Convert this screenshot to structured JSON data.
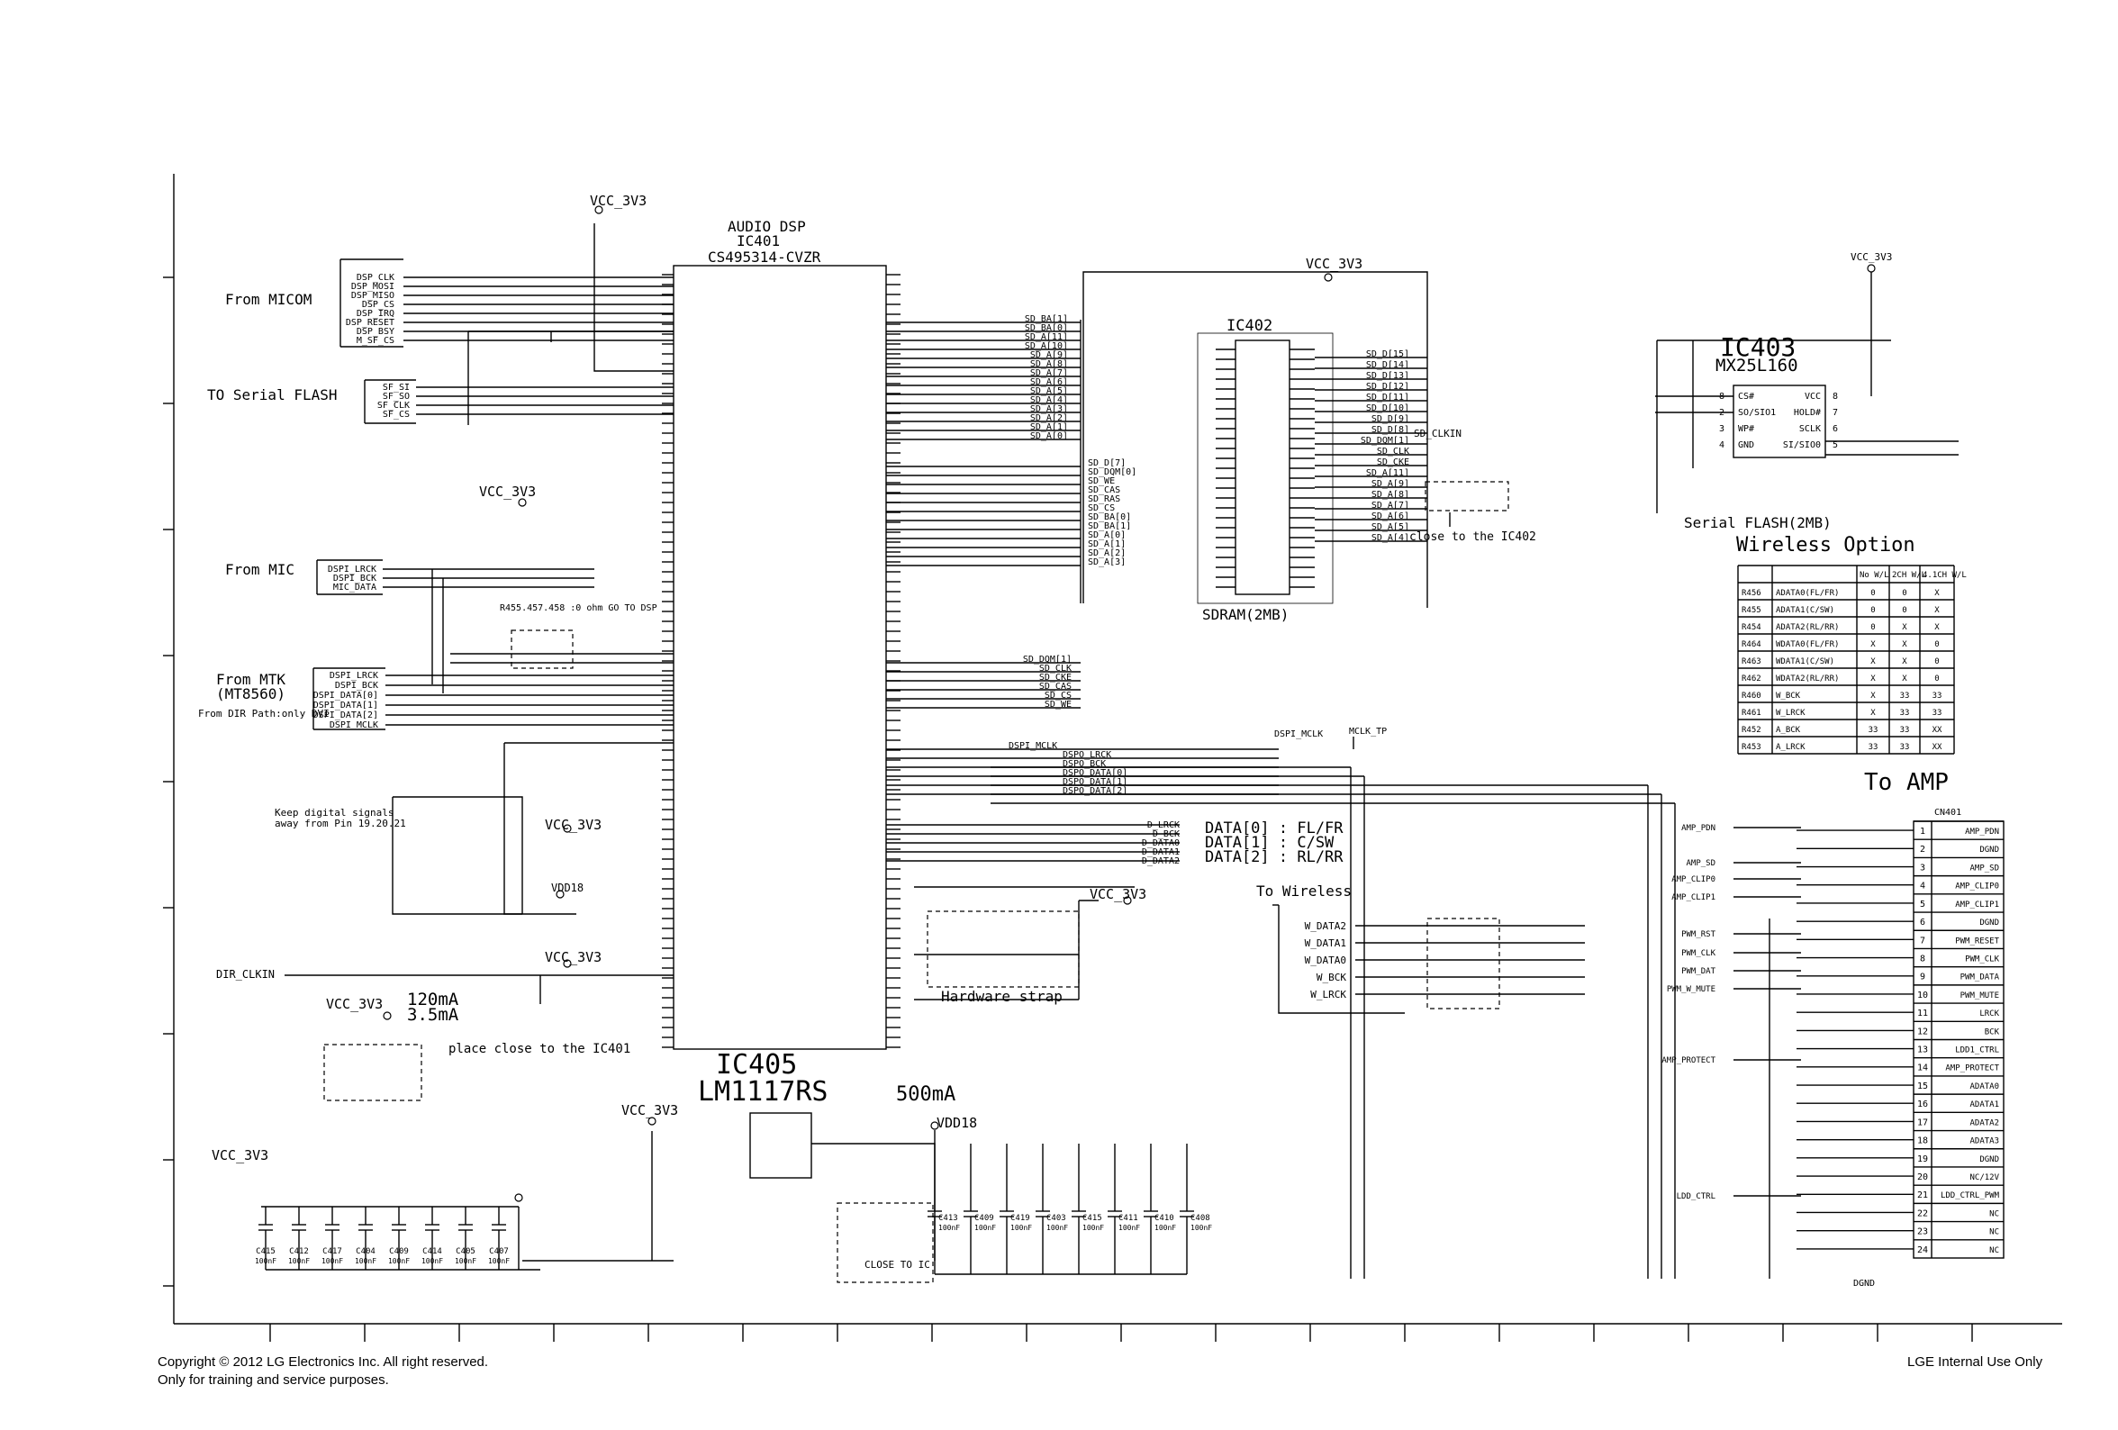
{
  "header": {
    "dsp_title": [
      "AUDIO DSP",
      "IC401",
      "CS495314-CVZR"
    ],
    "vcc_top": "VCC_3V3"
  },
  "labels": {
    "from_micom": "From MICOM",
    "to_serial_flash": "TO Serial FLASH",
    "from_mic": "From MIC",
    "from_mtk": "From MTK",
    "mt8560": "(MT8560)",
    "dir_note": "From DIR Path:only DVI",
    "keep_digital": "Keep digital signals",
    "away_from": "away from Pin 19.20.21",
    "r_note": "R455.457.458 :0 ohm GO TO DSP",
    "dir_clkin": "DIR_CLKIN",
    "vcc_3v3": "VCC_3V3",
    "vdd18": "VDD18",
    "ma120": "120mA",
    "ma35": "3.5mA",
    "place_close": "place close to the IC401",
    "ic405": "IC405",
    "lm1117": "LM1117RS",
    "ma500": "500mA",
    "close_to_ic": "CLOSE TO IC",
    "hardware_strap": "Hardware strap",
    "data_legend": [
      "DATA[0] : FL/FR",
      "DATA[1] : C/SW",
      "DATA[2] : RL/RR"
    ],
    "to_wireless": "To Wireless",
    "ic402": "IC402",
    "sdram": "SDRAM(2MB)",
    "close_to_ic402": "close to the IC402",
    "sd_clkin": "SD_CLKIN",
    "ic403": "IC403",
    "mx25": "MX25L160",
    "serial_flash_2mb": "Serial FLASH(2MB)",
    "wireless_option": "Wireless Option",
    "to_amp": "To AMP",
    "cn401": "CN401",
    "dgnd": "DGND",
    "mclk_tp": "MCLK_TP",
    "dspi_mclk": "DSPI_MCLK",
    "vcc_3v3_right": "VCC_3V3"
  },
  "micom_signals": [
    "DSP_CLK",
    "DSP_MOSI",
    "DSP_MISO",
    "DSP_CS",
    "DSP_IRQ",
    "DSP_RESET",
    "DSP_BSY",
    "M_SF_CS"
  ],
  "flash_signals": [
    "SF_SI",
    "SF_SO",
    "SF_CLK",
    "SF_CS"
  ],
  "mic_signals": [
    "DSPI_LRCK",
    "DSPI_BCK",
    "MIC_DATA"
  ],
  "mtk_signals": [
    "DSPI_LRCK",
    "DSPI_BCK",
    "DSPI_DATA[0]",
    "DSPI_DATA[1]",
    "DSPI_DATA[2]",
    "DSPI_MCLK"
  ],
  "sd_bus_left": [
    "SD_BA[1]",
    "SD_BA[0]",
    "SD_A[11]",
    "SD_A[10]",
    "SD_A[9]",
    "SD_A[8]",
    "SD_A[7]",
    "SD_A[6]",
    "SD_A[5]",
    "SD_A[4]",
    "SD_A[3]",
    "SD_A[2]",
    "SD_A[1]",
    "SD_A[0]"
  ],
  "sd_bus_mid": [
    "SD_D[7]",
    "SD_DQM[0]",
    "SD_WE",
    "SD_CAS",
    "SD_RAS",
    "SD_CS",
    "SD_BA[0]",
    "SD_BA[1]",
    "SD_A[0]",
    "SD_A[1]",
    "SD_A[2]",
    "SD_A[3]"
  ],
  "sd_bus_right": [
    "SD_D[15]",
    "SD_D[14]",
    "SD_D[13]",
    "SD_D[12]",
    "SD_D[11]",
    "SD_D[10]",
    "SD_D[9]",
    "SD_D[8]",
    "SD_DQM[1]",
    "SD_CLK",
    "SD_CKE",
    "SD_A[11]",
    "SD_A[9]",
    "SD_A[8]",
    "SD_A[7]",
    "SD_A[6]",
    "SD_A[5]",
    "SD_A[4]"
  ],
  "dsp_out": [
    "DSPI_MCLK",
    "DSPO_LRCK",
    "DSPO_BCK",
    "DSPO_DATA[0]",
    "DSPO_DATA[1]",
    "DSPO_DATA[2]"
  ],
  "amp_ctrl": [
    "D_LRCK",
    "D_BCK",
    "D_DATA0",
    "D_DATA1",
    "D_DATA2"
  ],
  "wireless_signals": [
    "W_DATA2",
    "W_DATA1",
    "W_DATA0",
    "W_BCK",
    "W_LRCK"
  ],
  "wireless_table": {
    "headers": [
      "",
      "",
      "No W/L",
      "2CH W/L",
      "4.1CH W/L"
    ],
    "rows": [
      [
        "R456",
        "ADATA0(FL/FR)",
        "0",
        "0",
        "X"
      ],
      [
        "R455",
        "ADATA1(C/SW)",
        "0",
        "0",
        "X"
      ],
      [
        "R454",
        "ADATA2(RL/RR)",
        "0",
        "X",
        "X"
      ],
      [
        "R464",
        "WDATA0(FL/FR)",
        "X",
        "X",
        "0"
      ],
      [
        "R463",
        "WDATA1(C/SW)",
        "X",
        "X",
        "0"
      ],
      [
        "R462",
        "WDATA2(RL/RR)",
        "X",
        "X",
        "0"
      ],
      [
        "R460",
        "W_BCK",
        "X",
        "33",
        "33"
      ],
      [
        "R461",
        "W_LRCK",
        "X",
        "33",
        "33"
      ],
      [
        "R452",
        "A_BCK",
        "33",
        "33",
        "XX"
      ],
      [
        "R453",
        "A_LRCK",
        "33",
        "33",
        "XX"
      ]
    ]
  },
  "amp_left_signals": [
    "AMP_PDN",
    "AMP_SD",
    "AMP_CLIP0",
    "AMP_CLIP1",
    "PWM_RST",
    "PWM_CLK",
    "PWM_DAT",
    "PWM_W_MUTE",
    "AMP_PROTECT",
    "LDD_CTRL"
  ],
  "cn401_pins": [
    [
      "1",
      "AMP_PDN"
    ],
    [
      "2",
      "DGND"
    ],
    [
      "3",
      "AMP_SD"
    ],
    [
      "4",
      "AMP_CLIP0"
    ],
    [
      "5",
      "AMP_CLIP1"
    ],
    [
      "6",
      "DGND"
    ],
    [
      "7",
      "PWM_RESET"
    ],
    [
      "8",
      "PWM_CLK"
    ],
    [
      "9",
      "PWM_DATA"
    ],
    [
      "10",
      "PWM_MUTE"
    ],
    [
      "11",
      "LRCK"
    ],
    [
      "12",
      "BCK"
    ],
    [
      "13",
      "LDD1_CTRL"
    ],
    [
      "14",
      "AMP_PROTECT"
    ],
    [
      "15",
      "ADATA0"
    ],
    [
      "16",
      "ADATA1"
    ],
    [
      "17",
      "ADATA2"
    ],
    [
      "18",
      "ADATA3"
    ],
    [
      "19",
      "DGND"
    ],
    [
      "20",
      "NC/12V"
    ],
    [
      "21",
      "LDD_CTRL_PWM"
    ],
    [
      "22",
      "NC"
    ],
    [
      "23",
      "NC"
    ],
    [
      "24",
      "NC"
    ]
  ],
  "ic403_pins_left": [
    [
      "8",
      "CS#"
    ],
    [
      "2",
      "SO/SIO1"
    ],
    [
      "3",
      "WP#"
    ],
    [
      "4",
      "GND"
    ]
  ],
  "ic403_pins_right": [
    [
      "VCC",
      "8"
    ],
    [
      "HOLD#",
      "7"
    ],
    [
      "SCLK",
      "6"
    ],
    [
      "SI/SIO0",
      "5"
    ]
  ],
  "decap_caps": [
    "C415",
    "C412",
    "C417",
    "C404",
    "C409",
    "C414",
    "C405",
    "C407"
  ],
  "ldo_caps": [
    "C413",
    "C409",
    "C419",
    "C403",
    "C415",
    "C411",
    "C410",
    "C408"
  ],
  "footer": {
    "copyright": "Copyright © 2012 LG Electronics Inc. All right reserved.",
    "training": "Only for training and service purposes.",
    "internal": "LGE Internal Use Only"
  }
}
